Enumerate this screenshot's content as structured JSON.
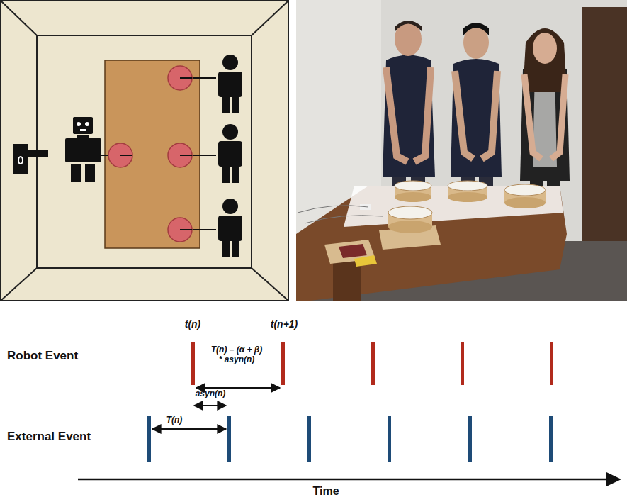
{
  "diagram": {
    "labels": [
      "t(n)",
      "t(n+1)",
      "T(n) – (α + β) * asyn(n)",
      "Robot Event",
      "asyn(n)",
      "T(n)",
      "External Event",
      "Time"
    ]
  }
}
